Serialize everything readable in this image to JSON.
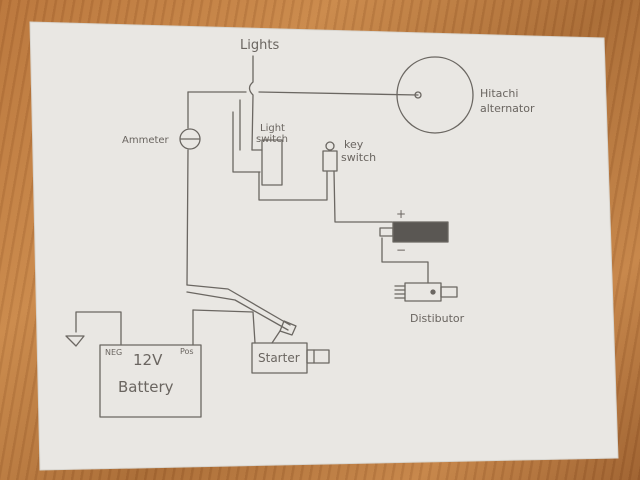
{
  "labels": {
    "lights": "Lights",
    "alternator_line1": "Hitachi",
    "alternator_line2": "alternator",
    "ammeter": "Ammeter",
    "light_switch_line1": "Light",
    "light_switch_line2": "switch",
    "key_switch_line1": "key",
    "key_switch_line2": "switch",
    "plus": "+",
    "minus": "−",
    "distributor": "Distibutor",
    "battery_neg": "NEG",
    "battery_pos": "Pos",
    "battery_voltage": "12V",
    "battery_name": "Battery",
    "starter": "Starter"
  },
  "colors": {
    "paper": "#e8e6e2",
    "pencil": "#6b6762",
    "coil": "#5a5753"
  }
}
